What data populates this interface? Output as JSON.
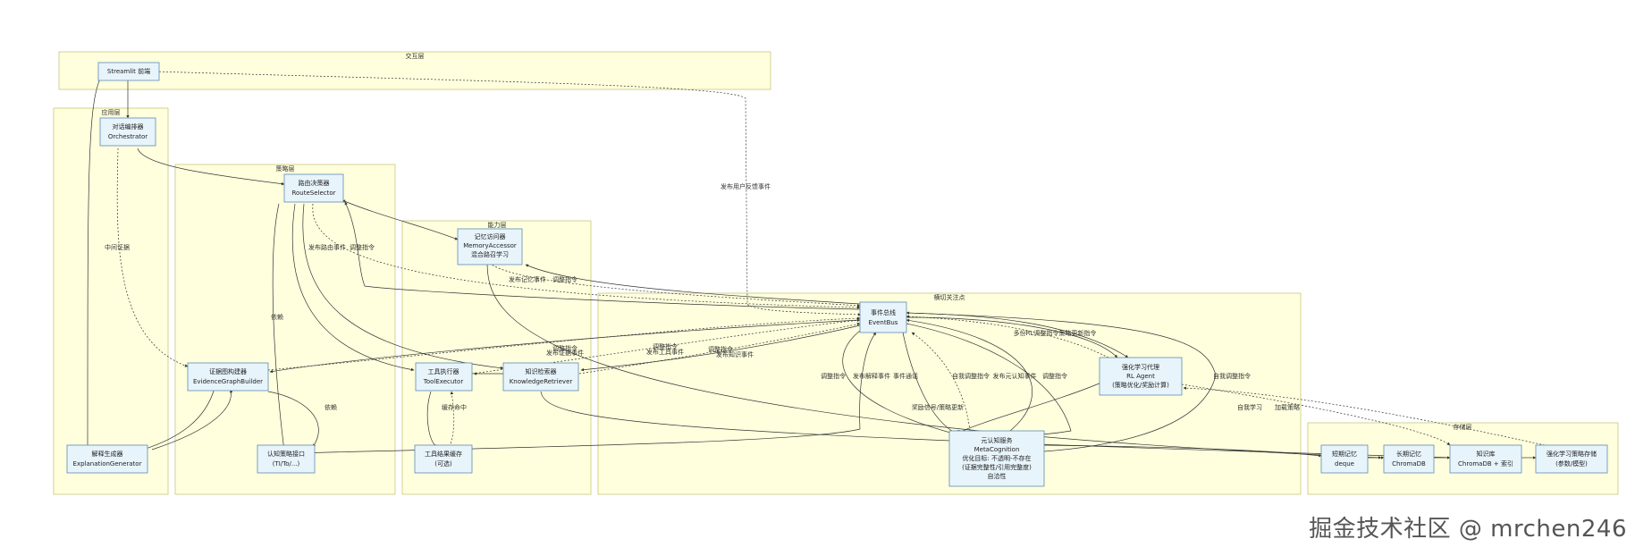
{
  "clusters": {
    "interaction": "交互层",
    "application": "应用层",
    "strategy": "策略层",
    "capability": "能力层",
    "crosscutting": "横切关注点",
    "storage": "存储层"
  },
  "nodes": {
    "streamlit": [
      "Streamlit 前端"
    ],
    "orchestrator": [
      "对话编排器",
      "Orchestrator"
    ],
    "route_selector": [
      "路由决策器",
      "RouteSelector"
    ],
    "memory_accessor": [
      "记忆访问器",
      "MemoryAccessor",
      "混合路召学习"
    ],
    "event_bus": [
      "事件总线",
      "EventBus"
    ],
    "evidence_graph": [
      "证据图构建器",
      "EvidenceGraphBuilder"
    ],
    "tool_executor": [
      "工具执行器",
      "ToolExecutor"
    ],
    "knowledge_retriever": [
      "知识检索器",
      "KnowledgeRetriever"
    ],
    "rl_agent": [
      "强化学习代理",
      "RL Agent",
      "(策略优化/奖励计算)"
    ],
    "explanation_gen": [
      "解释生成器",
      "ExplanationGenerator"
    ],
    "cognitive_iface": [
      "认知策略接口",
      "(TI/To/...)"
    ],
    "tool_cache": [
      "工具结果缓存",
      "(可选)"
    ],
    "meta_cognition": [
      "元认知服务",
      "MetaCognition",
      "优化目标: 不透明-不存在",
      "(证据完整性/引用完整度)",
      "自洽性"
    ],
    "short_memory": [
      "短期记忆",
      "deque"
    ],
    "long_memory": [
      "长期记忆",
      "ChromaDB"
    ],
    "knowledge_base": [
      "知识库",
      "ChromaDB + 索引"
    ],
    "rl_store": [
      "强化学习策略存储",
      "(参数/模型)"
    ]
  },
  "edge_labels": {
    "publish_feedback": "发布用户反馈事件",
    "intermediate_evidence": "中间证据",
    "publish_route": "发布路由事件",
    "adjust_cmd_1": "调整指令",
    "depends_1": "依赖",
    "publish_memory": "发布记忆事件",
    "adjust_cmd_2": "调整指令",
    "adjust_cmd_3": "调整指令",
    "publish_event_1": "发布证据事件",
    "adjust_cmd_4": "调整指令",
    "publish_event_2": "发布工具事件",
    "adjust_cmd_5": "调整指令",
    "publish_event_3": "发布知识事件",
    "depends_2": "依赖",
    "cache_hit": "缓存命中",
    "adjust_cmd_6": "调整指令",
    "publish_explain": "发布解释事件",
    "event_notify": "事件通话",
    "self_adjust": "自我调整指令",
    "publish_meta": "发布元认知事件",
    "adjust_cmd_7": "调整指令",
    "rl_adjust_cmds": "多份RL调整指令策略更新指令",
    "self_adjust_2": "自我调整指令",
    "reward_signal": "奖励信号/策略更新",
    "self_learning": "自我学习",
    "load_policy": "加载策略"
  },
  "watermark": "掘金技术社区 @ mrchen246"
}
